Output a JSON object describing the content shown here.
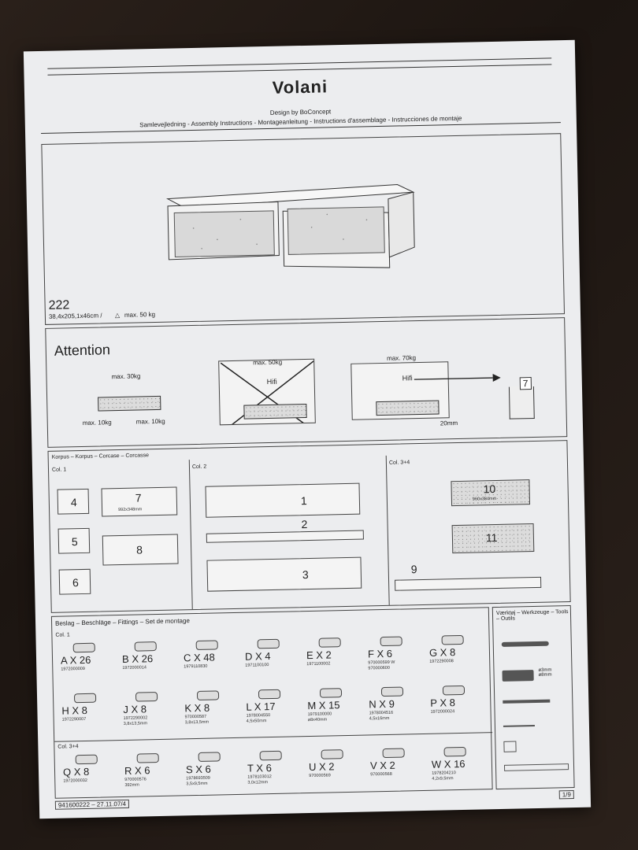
{
  "header": {
    "title": "Volani",
    "designer": "Design by BoConcept",
    "subtitle": "Samlevejledning - Assembly Instructions - Montageanleitung - Instructions d'assemblage - Instrucciones de montaje"
  },
  "product": {
    "model": "222",
    "dims": "38,4x205,1x46cm /",
    "max_load": "max. 50 kg"
  },
  "attention": {
    "title": "Attention",
    "load_top": "max. 30kg",
    "load_left": "max. 10kg",
    "load_right": "max. 10kg",
    "no_label": "max. 50kg",
    "yes_label": "max. 70kg",
    "hifi": "Hifi",
    "gap": "20mm",
    "bin_number": "7"
  },
  "korpus": {
    "heading": "Korpus – Korpus – Corcase – Corcasse",
    "col1": "Col. 1",
    "col2": "Col. 2",
    "col34": "Col. 3+4",
    "p4": "4",
    "p5": "5",
    "p6": "6",
    "p7": "7",
    "p7_size": "992x348mm",
    "p8": "8",
    "p1": "1",
    "p2": "2",
    "p3": "3",
    "p10": "10",
    "p10_size": "960x384mm",
    "p11": "11",
    "p9": "9"
  },
  "fittings": {
    "heading": "Beslag – Beschläge – Fittings – Set de montage",
    "col1": "Col. 1",
    "col34": "Col. 3+4",
    "row1": [
      {
        "label": "A X 26",
        "code": "1972000009",
        "extra": ""
      },
      {
        "label": "B X 26",
        "code": "1972000014",
        "extra": ""
      },
      {
        "label": "C X 48",
        "code": "1979110830",
        "extra": ""
      },
      {
        "label": "D X 4",
        "code": "1971100100",
        "extra": ""
      },
      {
        "label": "E X 2",
        "code": "1971100002",
        "extra": ""
      },
      {
        "label": "F X 6",
        "code": "970000599 W",
        "extra": "970000600"
      },
      {
        "label": "G X 8",
        "code": "1972290008",
        "extra": ""
      }
    ],
    "row2": [
      {
        "label": "H X 8",
        "code": "1972290007",
        "extra": ""
      },
      {
        "label": "J X 8",
        "code": "1972290002",
        "extra": "3,8x13,5mm"
      },
      {
        "label": "K X 8",
        "code": "970000587",
        "extra": "3,8x13,5mm"
      },
      {
        "label": "L X 17",
        "code": "1978004550",
        "extra": "4,5x50mm"
      },
      {
        "label": "M X 15",
        "code": "1979100000",
        "extra": "ø8x40mm"
      },
      {
        "label": "N X 9",
        "code": "1978004516",
        "extra": "4,5x16mm"
      },
      {
        "label": "P X 8",
        "code": "1972000024",
        "extra": ""
      }
    ],
    "row3": [
      {
        "label": "Q X 8",
        "code": "1972000032",
        "extra": ""
      },
      {
        "label": "R X 6",
        "code": "970000576",
        "extra": "392mm"
      },
      {
        "label": "S X 6",
        "code": "1978693509",
        "extra": "3,5x9,5mm"
      },
      {
        "label": "T X 6",
        "code": "1978103012",
        "extra": "3,0x12mm"
      },
      {
        "label": "U X 2",
        "code": "970000569",
        "extra": ""
      },
      {
        "label": "V X 2",
        "code": "970000568",
        "extra": ""
      },
      {
        "label": "W X 16",
        "code": "1978204210",
        "extra": "4,2x9,5mm"
      }
    ]
  },
  "tools": {
    "heading": "Værktøj – Werkzeuge – Tools – Outils",
    "drill_sizes": "ø3mm ø8mm"
  },
  "footer": {
    "doc_number": "941600222 – 27.11.07/4",
    "page": "1/9"
  }
}
